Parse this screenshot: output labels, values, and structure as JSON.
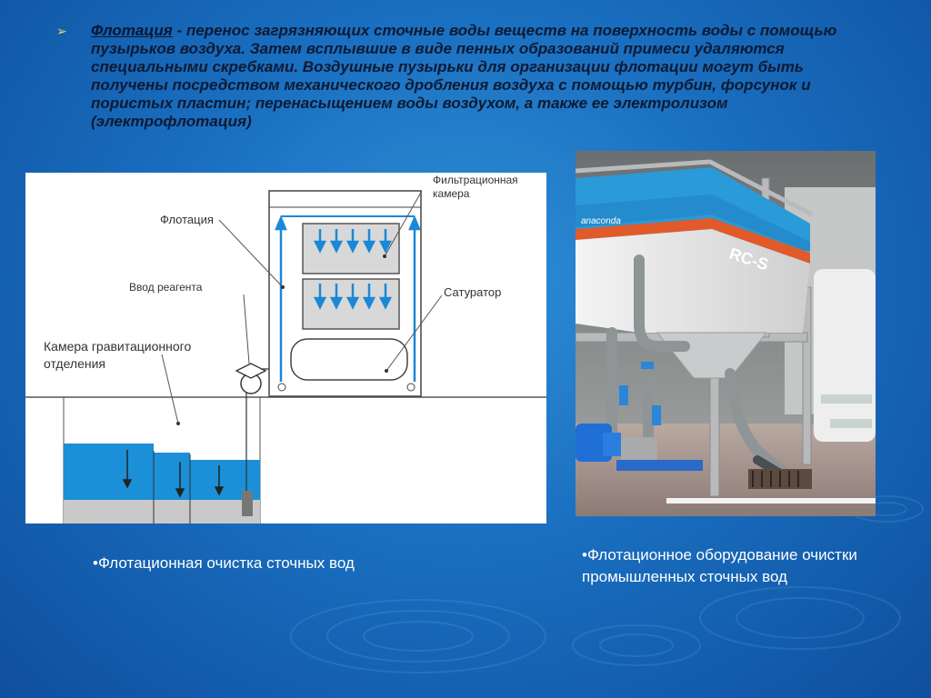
{
  "slide": {
    "bullet_symbol": "➢",
    "term": "Флотация",
    "definition": " - перенос загрязняющих сточные воды веществ на поверхность воды с помощью пузырьков воздуха. Затем всплывшие в виде пенных образований примеси удаляются специальными скребками. Воздушные пузырьки для организации флотации могут быть получены посредством механического дробления воздуха с помощью турбин, форсунок и пористых пластин; перенасыщением воды воздухом, а также ее электролизом (электрофлотация)"
  },
  "diagram": {
    "labels": {
      "filtration_line1": "Фильтрационная",
      "filtration_line2": "камера",
      "flotation": "Флотация",
      "reagent": "Ввод реагента",
      "saturator": "Сатуратор",
      "gravity_line1": "Камера гравитационного",
      "gravity_line2": "отделения"
    },
    "colors": {
      "water": "#1b8fd8",
      "arrows": "#1a88d6",
      "filter": "#d8d8d8"
    }
  },
  "photo": {
    "brand_text": "anaconda",
    "model_text": "RC-S",
    "colors": {
      "tank_top": "#2a9ad8",
      "tank_stripe": "#e05a2a",
      "tank_body": "#e8e8e8",
      "pump": "#1f6fd6"
    }
  },
  "captions": {
    "left": "•Флотационная очистка сточных вод",
    "right": "•Флотационное оборудование очистки промышленных сточных вод"
  }
}
